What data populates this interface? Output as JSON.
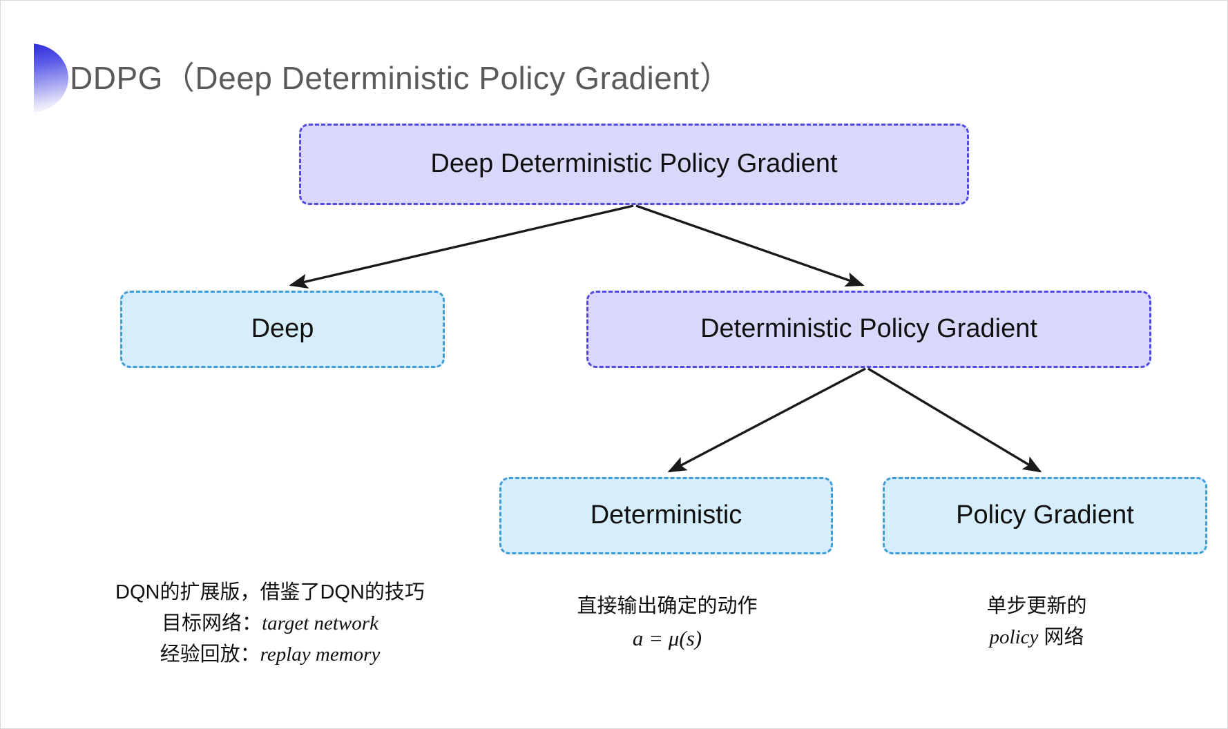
{
  "slide": {
    "title": "DDPG（Deep Deterministic Policy Gradient）",
    "background_color": "#ffffff",
    "title_color": "#5a5a5a",
    "accent_color": "#2b2bdd"
  },
  "colors": {
    "purple_fill": "#d9d8fb",
    "purple_border": "#4f49e0",
    "cyan_fill": "#d6eefb",
    "cyan_border": "#3e9bd6",
    "arrow_color": "#1a1a1a"
  },
  "diagram": {
    "type": "tree",
    "nodes": [
      {
        "id": "root",
        "label": "Deep Deterministic Policy Gradient",
        "style": "purple"
      },
      {
        "id": "deep",
        "label": "Deep",
        "style": "cyan"
      },
      {
        "id": "dpg",
        "label": "Deterministic Policy Gradient",
        "style": "purple"
      },
      {
        "id": "det",
        "label": "Deterministic",
        "style": "cyan"
      },
      {
        "id": "pg",
        "label": "Policy Gradient",
        "style": "cyan"
      }
    ],
    "edges": [
      {
        "from": "root",
        "to": "deep"
      },
      {
        "from": "root",
        "to": "dpg"
      },
      {
        "from": "dpg",
        "to": "det"
      },
      {
        "from": "dpg",
        "to": "pg"
      }
    ]
  },
  "notes": {
    "left": {
      "line1": "DQN的扩展版，借鉴了DQN的技巧",
      "line2_label": "目标网络：",
      "line2_term": "target network",
      "line3_label": "经验回放：",
      "line3_term": "replay memory"
    },
    "middle": {
      "line1": "直接输出确定的动作",
      "formula": "a = μ(s)"
    },
    "right": {
      "line1": "单步更新的",
      "line2_term": "policy",
      "line2_suffix": " 网络"
    }
  }
}
